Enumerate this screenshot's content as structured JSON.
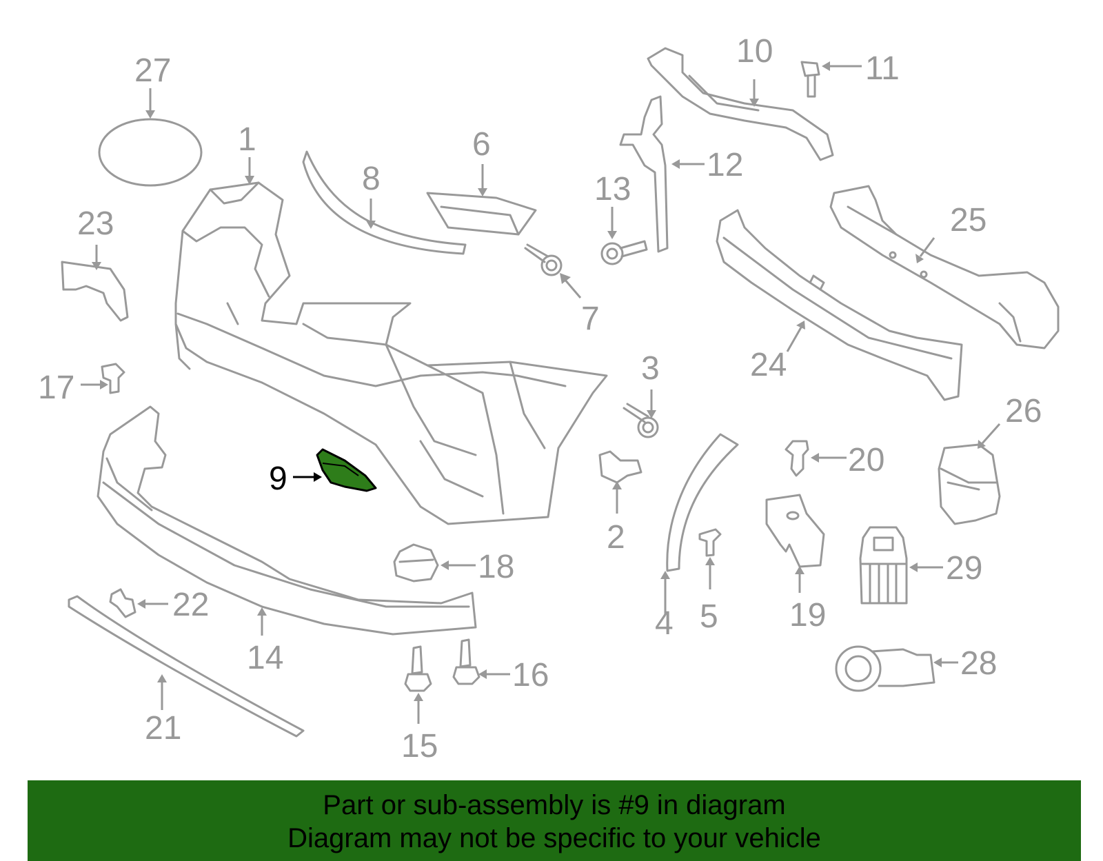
{
  "diagram": {
    "highlighted_part": "9",
    "highlight_color": "#2e7d1a",
    "line_color": "#999999",
    "callouts": {
      "c1": "1",
      "c2": "2",
      "c3": "3",
      "c4": "4",
      "c5": "5",
      "c6": "6",
      "c7": "7",
      "c8": "8",
      "c9": "9",
      "c10": "10",
      "c11": "11",
      "c12": "12",
      "c13": "13",
      "c14": "14",
      "c15": "15",
      "c16": "16",
      "c17": "17",
      "c18": "18",
      "c19": "19",
      "c20": "20",
      "c21": "21",
      "c22": "22",
      "c23": "23",
      "c24": "24",
      "c25": "25",
      "c26": "26",
      "c27": "27",
      "c28": "28",
      "c29": "29"
    }
  },
  "banner": {
    "background": "#1e6b12",
    "line1": "Part or sub-assembly is #9 in diagram",
    "line2": "Diagram may not be specific to your vehicle"
  }
}
